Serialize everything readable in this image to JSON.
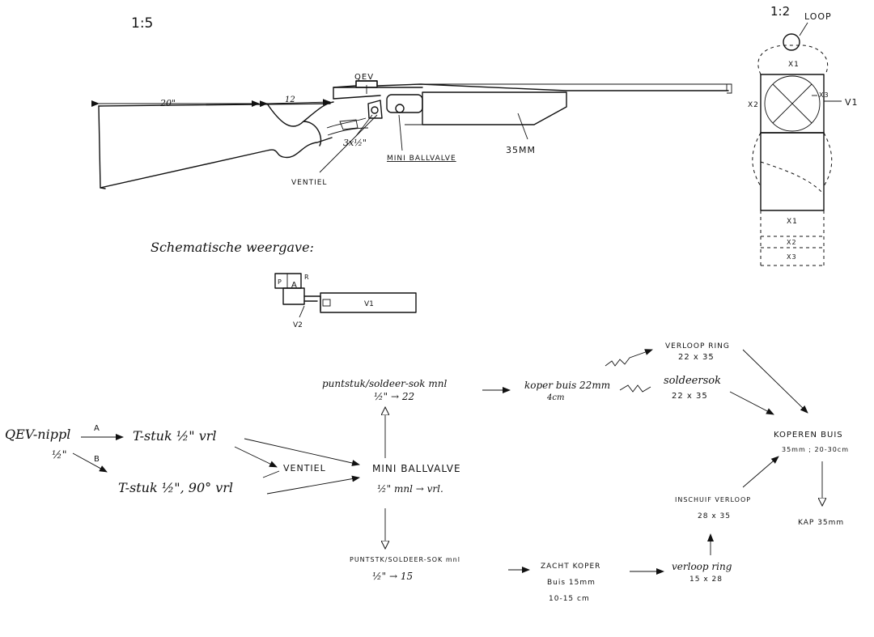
{
  "scales": {
    "main": "1:5",
    "detail": "1:2"
  },
  "gun": {
    "dim_stock": "20\"",
    "dim_grip": "12",
    "qev": "QEV",
    "fitting": "3x½\"",
    "ventiel": "VENTIEL",
    "ballvalve": "MINI BALLVALVE",
    "tube": "35MM"
  },
  "detail": {
    "loop": "LOOP",
    "x1_top": "X1",
    "x2_left": "X2",
    "x3_right": "X3",
    "v1": "V1",
    "x1_bottom": "X1",
    "x2_bottom": "X2",
    "x3_bottom": "X3"
  },
  "schematic": {
    "title": "Schematische weergave:",
    "p": "P",
    "r": "R",
    "a": "A",
    "v1": "V1",
    "v2": "V2"
  },
  "flow": {
    "qev_l1": "QEV-nippl",
    "qev_l2": "½\"",
    "arrow_a": "A",
    "arrow_b": "B",
    "tee1": "T-stuk ½\" vrl",
    "tee2": "T-stuk ½\", 90° vrl",
    "ventiel": "VENTIEL",
    "ball_l1": "MINI BALLVALVE",
    "ball_l2": "½\" mnl → vrl.",
    "up_l1": "puntstuk/soldeer-sok mnl",
    "up_l2": "½\" → 22",
    "koper22_l1": "koper buis 22mm",
    "koper22_l2": "4cm",
    "vring_l1": "VERLOOP RING",
    "vring_l2": "22 x 35",
    "sok_l1": "soldeersok",
    "sok_l2": "22 x 35",
    "koperen_l1": "KOPEREN BUIS",
    "koperen_l2": "35mm ; 20-30cm",
    "kap": "KAP 35mm",
    "low_l1": "PUNTSTK/SOLDEER-SOK mnl",
    "low_l2": "½\" → 15",
    "zacht_l1": "ZACHT KOPER",
    "zacht_l2": "Buis 15mm",
    "zacht_l3": "10-15 cm",
    "vring15_l1": "verloop ring",
    "vring15_l2": "15 x 28",
    "inschuif_l1": "INSCHUIF VERLOOP",
    "inschuif_l2": "28 x 35"
  }
}
